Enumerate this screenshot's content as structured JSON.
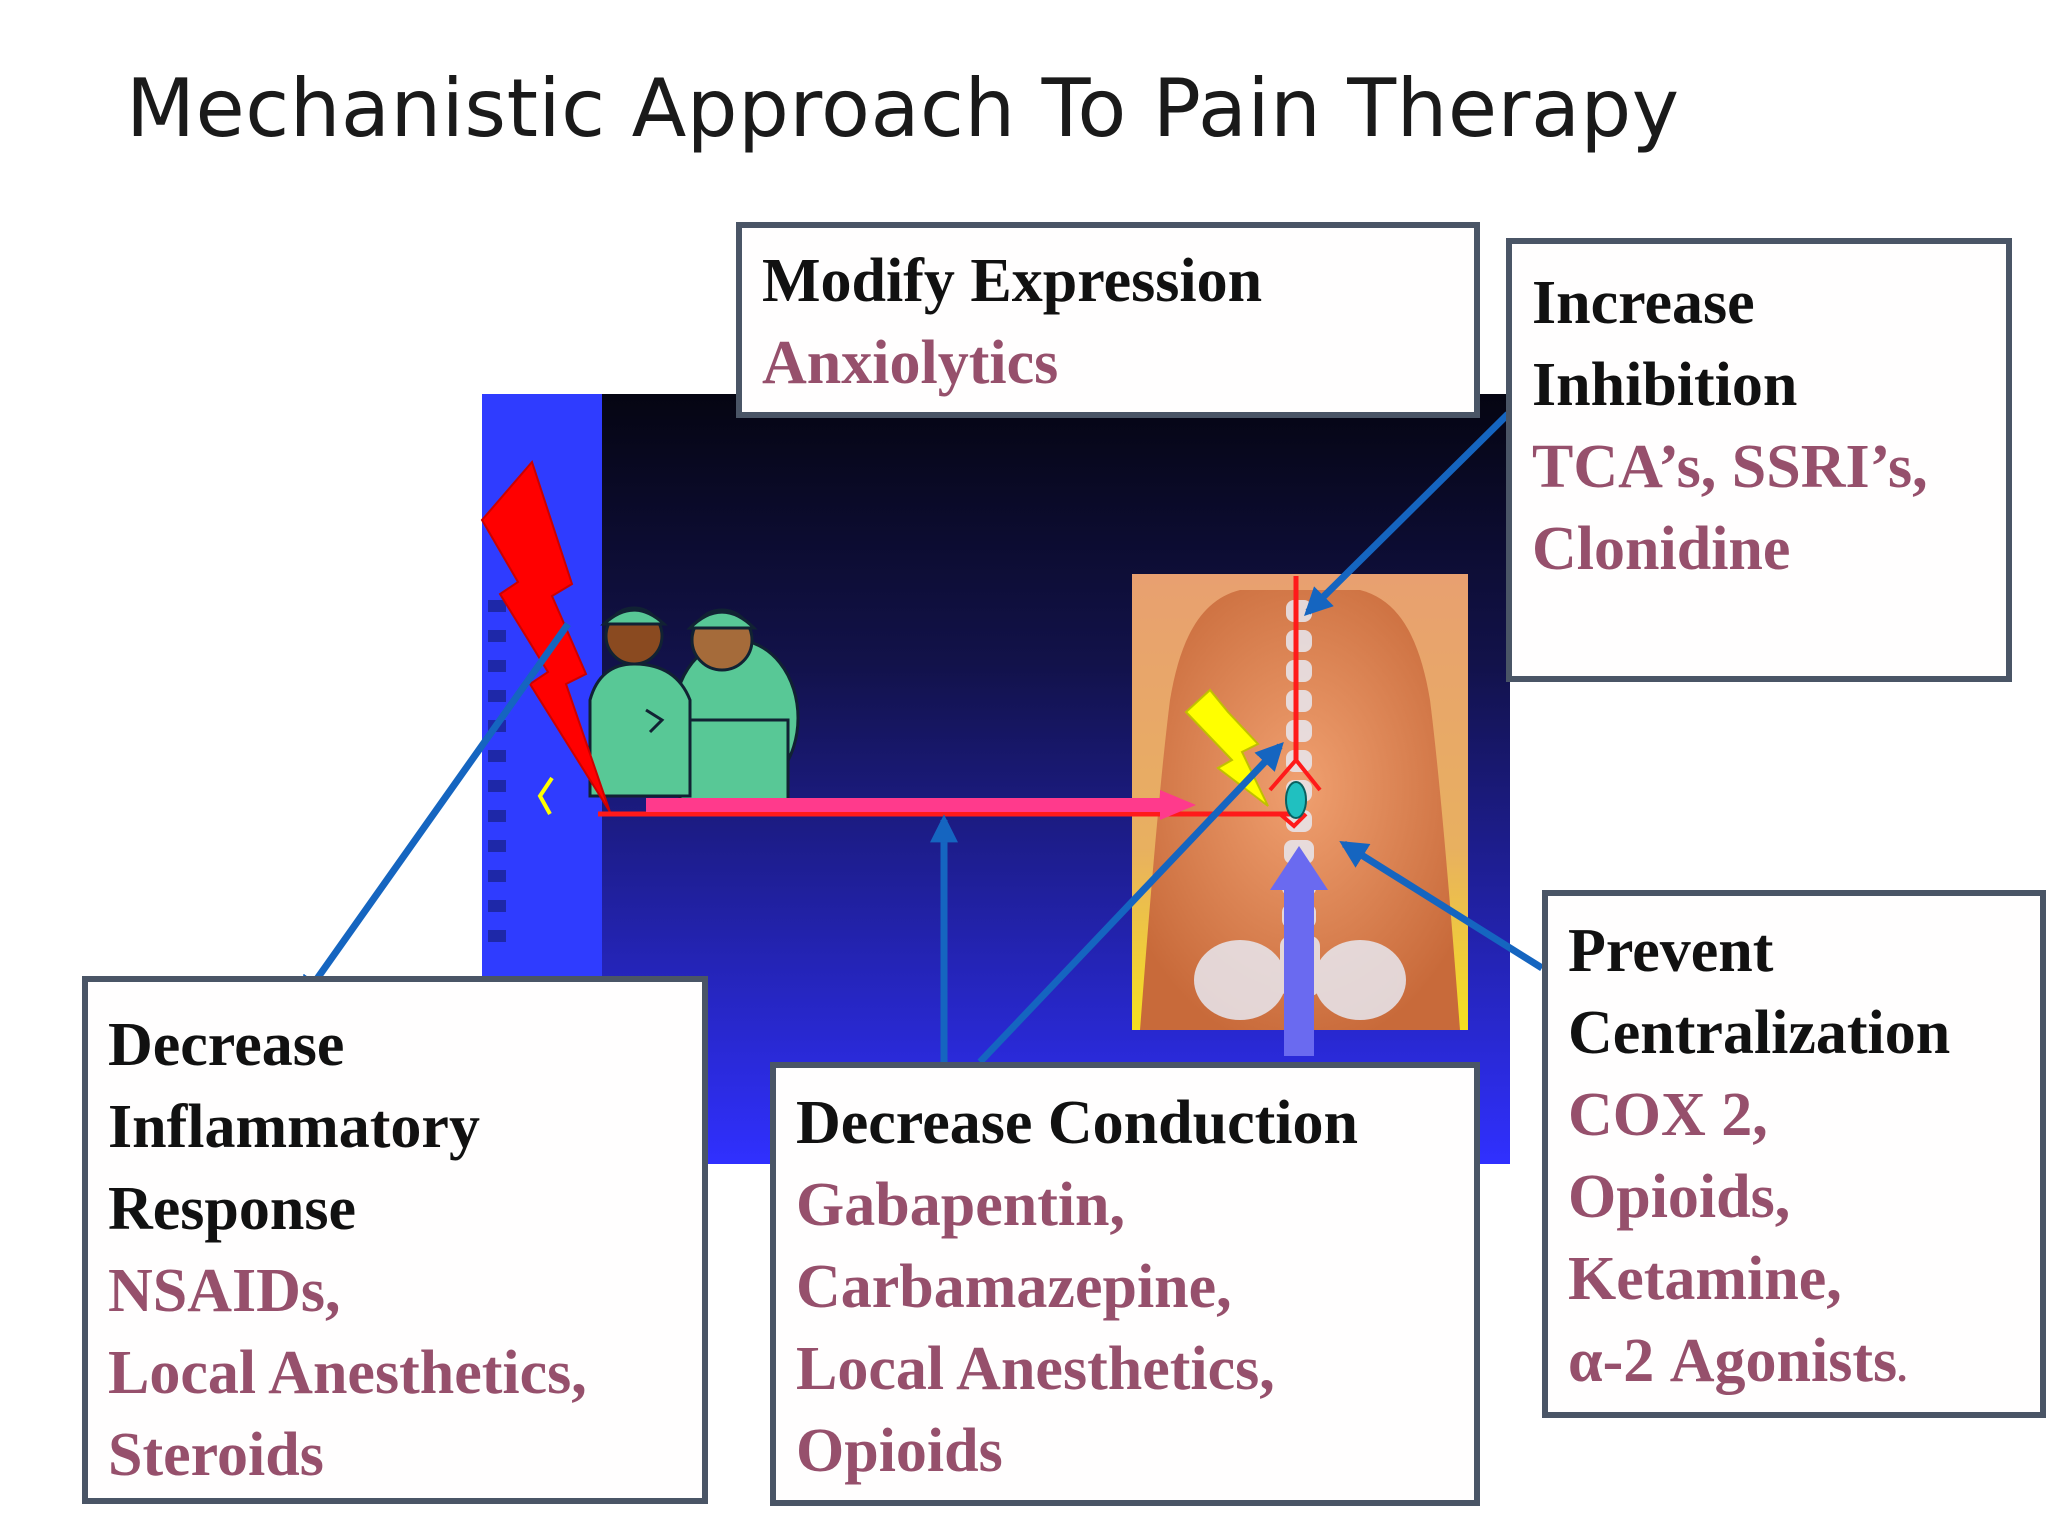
{
  "slide": {
    "title": "Mechanistic Approach To Pain Therapy"
  },
  "boxes": {
    "modify": {
      "heading": "Modify Expression",
      "drugs": "Anxiolytics"
    },
    "inhibition": {
      "heading": "Increase\nInhibition",
      "drugs": "TCA’s, SSRI’s,\nClonidine"
    },
    "inflammatory": {
      "heading": "Decrease\nInflammatory\nResponse",
      "drugs": "NSAIDs,\nLocal Anesthetics,\nSteroids"
    },
    "conduction": {
      "heading": "Decrease Conduction",
      "drugs": "Gabapentin,\nCarbamazepine,\nLocal Anesthetics,\nOpioids"
    },
    "centralization": {
      "heading": "Prevent\nCentralization",
      "drugs": "COX 2,\nOpioids,\nKetamine,\nα-2 Agonists"
    }
  },
  "colors": {
    "background_panel": "#2f3cff",
    "panel_dark": "#0a0a2a",
    "heading": "#111111",
    "drug_text": "#96506c",
    "connector_arrows": "#1565c0",
    "nerve_line": "#ff1a1a",
    "signal_arrow": "#ff3a8c",
    "box_border": "#4a5566"
  },
  "icons": {
    "lightning_red": "lightning-bolt-icon",
    "lightning_yellow": "lightning-bolt-icon",
    "surgeons": "surgeons-clipart-icon",
    "back": "human-back-spine-icon"
  }
}
